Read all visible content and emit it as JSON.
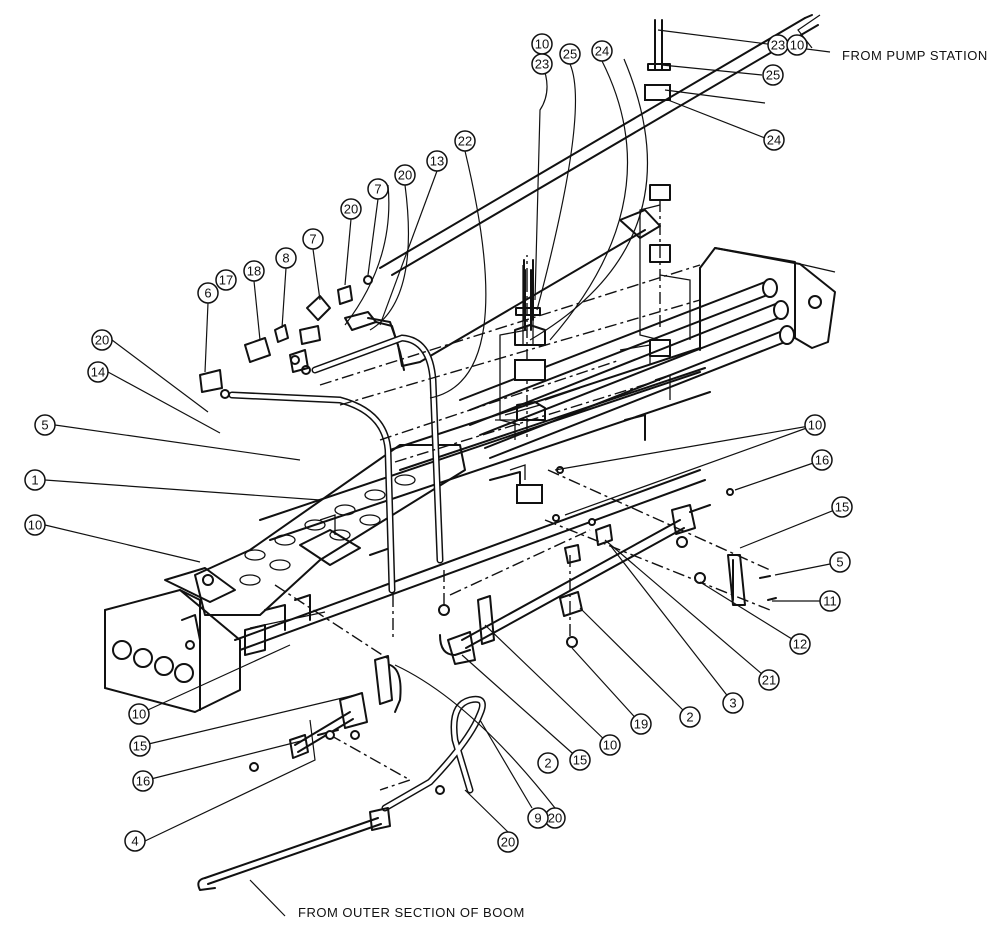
{
  "notes": {
    "pump_station": "FROM PUMP STATION",
    "outer_boom": "FROM OUTER SECTION OF BOOM"
  },
  "callouts": [
    {
      "id": "c10a",
      "label": "10"
    },
    {
      "id": "c23a",
      "label": "23"
    },
    {
      "id": "c25a",
      "label": "25"
    },
    {
      "id": "c24a",
      "label": "24"
    },
    {
      "id": "c23b",
      "label": "23"
    },
    {
      "id": "c10b",
      "label": "10"
    },
    {
      "id": "c25b",
      "label": "25"
    },
    {
      "id": "c24b",
      "label": "24"
    },
    {
      "id": "c22",
      "label": "22"
    },
    {
      "id": "c13",
      "label": "13"
    },
    {
      "id": "c20a",
      "label": "20"
    },
    {
      "id": "c7a",
      "label": "7"
    },
    {
      "id": "c7b",
      "label": "7"
    },
    {
      "id": "c20b",
      "label": "20"
    },
    {
      "id": "c8",
      "label": "8"
    },
    {
      "id": "c18",
      "label": "18"
    },
    {
      "id": "c17",
      "label": "17"
    },
    {
      "id": "c6",
      "label": "6"
    },
    {
      "id": "c20c",
      "label": "20"
    },
    {
      "id": "c14",
      "label": "14"
    },
    {
      "id": "c5a",
      "label": "5"
    },
    {
      "id": "c1",
      "label": "1"
    },
    {
      "id": "c10c",
      "label": "10"
    },
    {
      "id": "c10d",
      "label": "10"
    },
    {
      "id": "c16a",
      "label": "16"
    },
    {
      "id": "c15a",
      "label": "15"
    },
    {
      "id": "c5b",
      "label": "5"
    },
    {
      "id": "c11",
      "label": "11"
    },
    {
      "id": "c12",
      "label": "12"
    },
    {
      "id": "c21",
      "label": "21"
    },
    {
      "id": "c3",
      "label": "3"
    },
    {
      "id": "c2a",
      "label": "2"
    },
    {
      "id": "c19",
      "label": "19"
    },
    {
      "id": "c10e",
      "label": "10"
    },
    {
      "id": "c15b",
      "label": "15"
    },
    {
      "id": "c2b",
      "label": "2"
    },
    {
      "id": "c20d",
      "label": "20"
    },
    {
      "id": "c10f",
      "label": "10"
    },
    {
      "id": "c15c",
      "label": "15"
    },
    {
      "id": "c16b",
      "label": "16"
    },
    {
      "id": "c4",
      "label": "4"
    },
    {
      "id": "c20e",
      "label": "20"
    },
    {
      "id": "c9",
      "label": "9"
    }
  ]
}
